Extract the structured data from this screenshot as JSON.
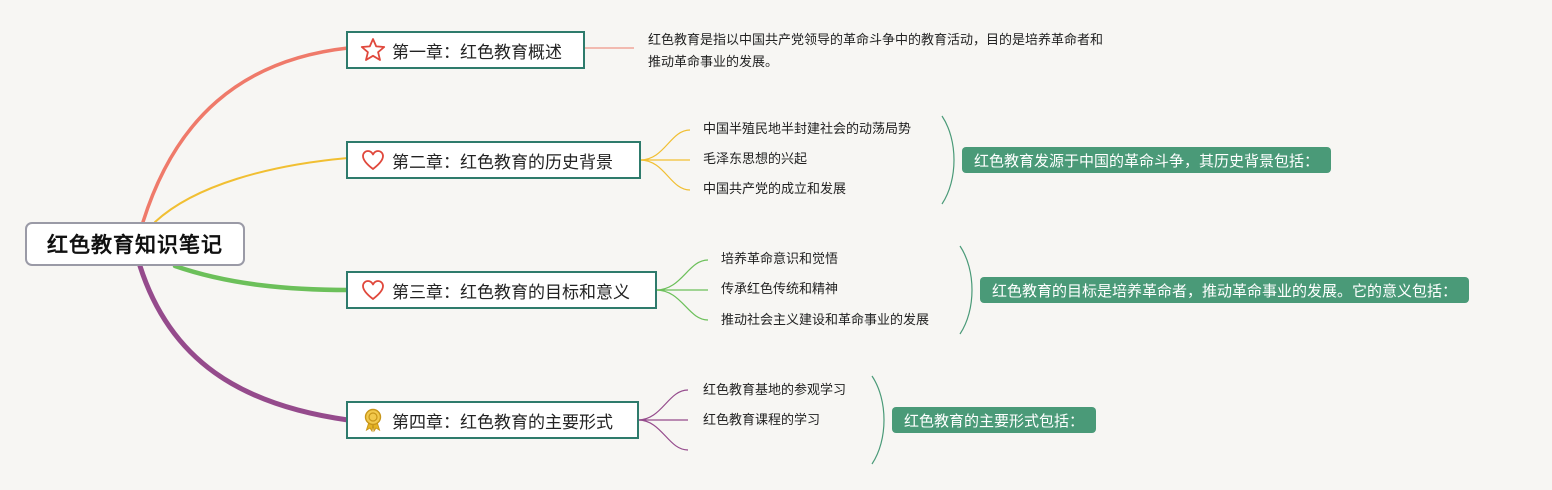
{
  "root": {
    "title": "红色教育知识笔记"
  },
  "chapters": [
    {
      "title": "第一章：红色教育概述",
      "icon": "star-icon",
      "color": "#ef7a6a",
      "note": [
        "红色教育是指以中国共产党领导的革命斗争中的教育活动，目的是培养革命者和",
        "推动革命事业的发展。"
      ]
    },
    {
      "title": "第二章：红色教育的历史背景",
      "icon": "heart-icon",
      "color": "#f1bf32",
      "items": [
        "中国半殖民地半封建社会的动荡局势",
        "毛泽东思想的兴起",
        "中国共产党的成立和发展"
      ],
      "summary": "红色教育发源于中国的革命斗争，其历史背景包括："
    },
    {
      "title": "第三章：红色教育的目标和意义",
      "icon": "heart-icon",
      "color": "#6cc05a",
      "items": [
        "培养革命意识和觉悟",
        "传承红色传统和精神",
        "推动社会主义建设和革命事业的发展"
      ],
      "summary": "红色教育的目标是培养革命者，推动革命事业的发展。它的意义包括："
    },
    {
      "title": "第四章：红色教育的主要形式",
      "icon": "medal-icon",
      "color": "#954b8c",
      "items": [
        "红色教育基地的参观学习",
        "红色教育课程的学习"
      ],
      "summary": "红色教育的主要形式包括："
    }
  ],
  "colors": {
    "chapter_border": "#2e7b6c",
    "summary_bg": "#4a9a78",
    "icon_red": "#e0483c",
    "icon_gold": "#e6b422"
  }
}
